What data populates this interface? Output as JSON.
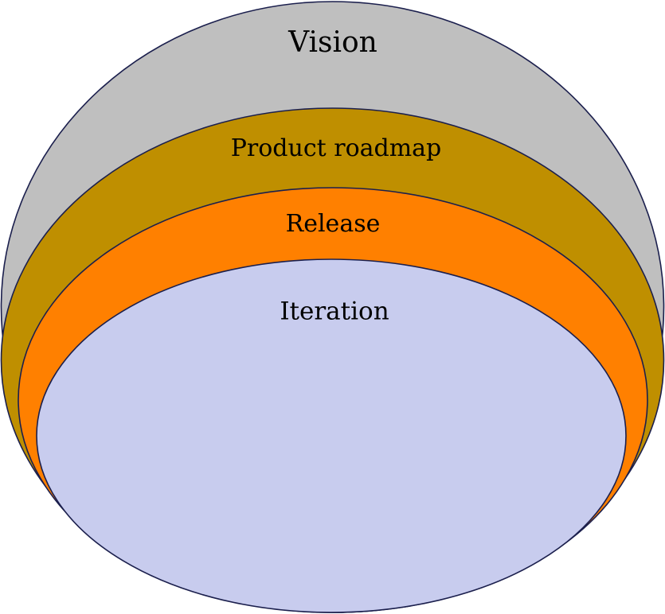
{
  "layers": [
    {
      "label": "Vision",
      "fill": "#bfbfbf"
    },
    {
      "label": "Product roadmap",
      "fill": "#bf8f00"
    },
    {
      "label": "Release",
      "fill": "#ff8000"
    },
    {
      "label": "Iteration",
      "fill": "#c8ccee"
    }
  ],
  "stroke_color": "#1b1f4d"
}
